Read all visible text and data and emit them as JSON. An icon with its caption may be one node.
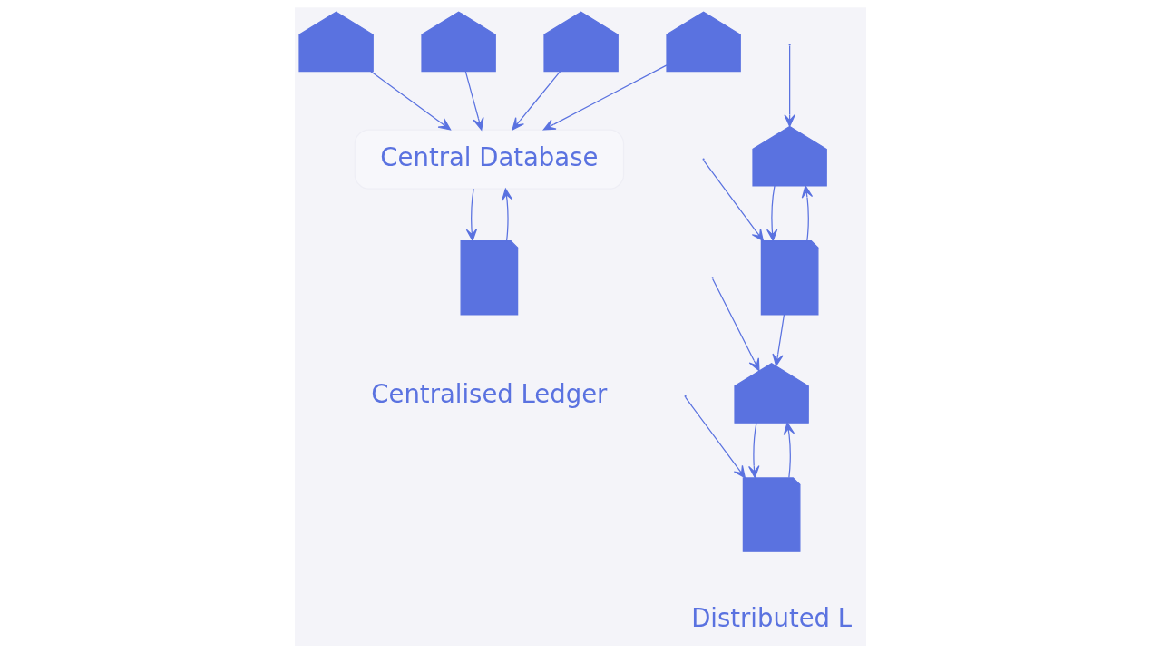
{
  "diagram": {
    "nodes": [
      {
        "text": [
          "Central Database"
        ]
      },
      {
        "text": [],
        "shape": "building"
      },
      {
        "text": [],
        "shape": "building"
      },
      {
        "text": [],
        "shape": "building"
      },
      {
        "text": [],
        "shape": "building"
      },
      {
        "text": [],
        "shape": "document"
      },
      {
        "text": [],
        "shape": "building"
      },
      {
        "text": [],
        "shape": "document"
      },
      {
        "text": [],
        "shape": "building"
      },
      {
        "text": [],
        "shape": "document"
      }
    ],
    "edges": [
      {
        "from": 1,
        "to": 0,
        "arrow": "to"
      },
      {
        "from": 3,
        "to": 0,
        "arrow": "to"
      },
      {
        "from": 2,
        "to": 0,
        "arrow": "to"
      },
      {
        "from": 4,
        "to": 0,
        "arrow": "to"
      },
      {
        "from": 5,
        "to": 0,
        "arrow": "to"
      },
      {
        "from": 0,
        "to": 5,
        "arrow": "to"
      },
      {
        "from": null,
        "to": 6,
        "arrow": "to"
      },
      {
        "from": 7,
        "to": 6,
        "arrow": "to"
      },
      {
        "from": 6,
        "to": 7,
        "arrow": "to"
      },
      {
        "from": null,
        "to": 7,
        "arrow": "to"
      },
      {
        "from": 7,
        "to": 8,
        "arrow": "to"
      },
      {
        "from": null,
        "to": 8,
        "arrow": "to"
      },
      {
        "from": 9,
        "to": 8,
        "arrow": "to"
      },
      {
        "from": 8,
        "to": 9,
        "arrow": "to"
      },
      {
        "from": null,
        "to": 9,
        "arrow": "to"
      }
    ],
    "labels": [
      "Centralised Ledger",
      "Distributed L"
    ]
  }
}
